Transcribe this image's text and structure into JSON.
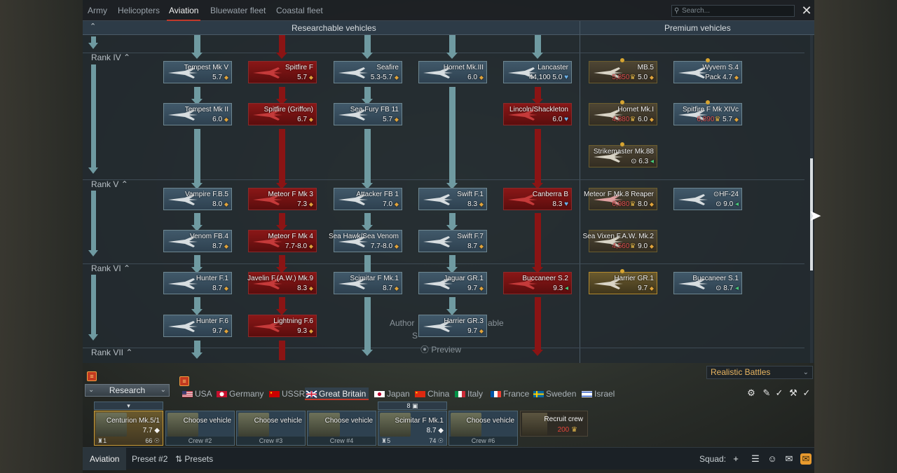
{
  "top_tabs": [
    {
      "label": "Army",
      "active": false
    },
    {
      "label": "Helicopters",
      "active": false
    },
    {
      "label": "Aviation",
      "active": true
    },
    {
      "label": "Bluewater fleet",
      "active": false
    },
    {
      "label": "Coastal fleet",
      "active": false
    }
  ],
  "search": {
    "placeholder": "Search..."
  },
  "tree": {
    "header_researchable": "Researchable vehicles",
    "header_premium": "Premium vehicles",
    "ranks": [
      "Rank IV",
      "Rank V",
      "Rank VI",
      "Rank VII"
    ],
    "ghost_text": [
      "Author",
      "able",
      "S",
      "Preview"
    ],
    "cards": [
      {
        "name": "Tempest Mk V",
        "br": "5.7",
        "style": "teal"
      },
      {
        "name": "Tempest Mk II",
        "br": "6.0",
        "style": "teal"
      },
      {
        "name": "Vampire F.B.5",
        "br": "8.0",
        "style": "teal"
      },
      {
        "name": "Venom FB.4",
        "br": "8.7",
        "style": "teal"
      },
      {
        "name": "Hunter F.1",
        "br": "8.7",
        "style": "teal"
      },
      {
        "name": "Hunter F.6",
        "br": "9.7",
        "style": "teal"
      },
      {
        "name": "Spitfire F",
        "br": "5.7",
        "style": "red"
      },
      {
        "name": "Spitfire (Griffon)",
        "br": "6.7",
        "style": "red"
      },
      {
        "name": "Meteor F Mk 3",
        "br": "7.3",
        "style": "red"
      },
      {
        "name": "Meteor F Mk 4",
        "br": "7.7-8.0",
        "style": "red"
      },
      {
        "name": "Javelin F.(A.W.) Mk.9",
        "br": "8.3",
        "style": "red"
      },
      {
        "name": "Lightning F.6",
        "br": "9.3",
        "style": "red"
      },
      {
        "name": "Seafire",
        "br": "5.3-5.7",
        "style": "teal"
      },
      {
        "name": "Sea Fury FB 11",
        "br": "5.7",
        "style": "teal"
      },
      {
        "name": "Attacker FB 1",
        "br": "7.0",
        "style": "teal"
      },
      {
        "name": "Sea Hawk/Sea Venom",
        "br": "7.7-8.0",
        "style": "teal"
      },
      {
        "name": "Scimitar F Mk.1",
        "br": "8.7",
        "style": "teal"
      },
      {
        "name": "Hornet Mk.III",
        "br": "6.0",
        "style": "teal"
      },
      {
        "name": "Swift F.1",
        "br": "8.3",
        "style": "teal"
      },
      {
        "name": "Swift F.7",
        "br": "8.7",
        "style": "teal"
      },
      {
        "name": "Jaguar GR.1",
        "br": "9.7",
        "style": "teal"
      },
      {
        "name": "Harrier GR.3",
        "br": "9.7",
        "style": "teal"
      },
      {
        "name": "Lancaster",
        "br": "5.0",
        "cost": "44,100",
        "style": "teal"
      },
      {
        "name": "Lincoln/Shackleton",
        "br": "6.0",
        "style": "red"
      },
      {
        "name": "Canberra B",
        "br": "8.3",
        "style": "red"
      },
      {
        "name": "Buccaneer S.2",
        "br": "9.3",
        "style": "red"
      },
      {
        "name": "MB.5",
        "br": "5.0",
        "cost": "5,850",
        "style": "prem"
      },
      {
        "name": "Hornet Mk.I",
        "br": "6.0",
        "cost": "4,880",
        "style": "prem"
      },
      {
        "name": "Strikemaster Mk.88",
        "br": "6.3",
        "style": "prem"
      },
      {
        "name": "Meteor F Mk.8 Reaper",
        "br": "8.0",
        "cost": "6,980",
        "style": "prem"
      },
      {
        "name": "Sea Vixen F.A.W. Mk.2",
        "br": "9.0",
        "cost": "4,560",
        "style": "prem"
      },
      {
        "name": "Harrier GR.1",
        "br": "9.7",
        "style": "gold"
      },
      {
        "name": "Wyvern S.4",
        "br": "4.7",
        "pack": "Pack",
        "style": "teal"
      },
      {
        "name": "Spitfire F Mk XIVc",
        "br": "5.7",
        "cost": "6,890",
        "style": "teal"
      },
      {
        "name": "HF-24",
        "br": "9.0",
        "style": "teal"
      },
      {
        "name": "Buccaneer S.1",
        "br": "8.7",
        "style": "teal"
      }
    ]
  },
  "game_mode": {
    "value": "Realistic Battles"
  },
  "research": {
    "label": "Research"
  },
  "nations": [
    {
      "label": "USA",
      "active": false
    },
    {
      "label": "Germany",
      "active": false
    },
    {
      "label": "USSR",
      "active": false
    },
    {
      "label": "Great Britain",
      "active": true
    },
    {
      "label": "Japan",
      "active": false
    },
    {
      "label": "China",
      "active": false
    },
    {
      "label": "Italy",
      "active": false
    },
    {
      "label": "France",
      "active": false
    },
    {
      "label": "Sweden",
      "active": false
    },
    {
      "label": "Israel",
      "active": false
    }
  ],
  "crew_slots": [
    {
      "vehicle": "Centurion Mk.5/1",
      "br": "7.7",
      "left": "1",
      "right": "66",
      "selected": true
    },
    {
      "vehicle": "Choose vehicle",
      "crew": "Crew #2"
    },
    {
      "vehicle": "Choose vehicle",
      "crew": "Crew #3"
    },
    {
      "vehicle": "Choose vehicle",
      "crew": "Crew #4"
    },
    {
      "vehicle": "Scimitar F Mk.1",
      "br": "8.7",
      "left": "5",
      "right": "74",
      "top_count": "8"
    },
    {
      "vehicle": "Choose vehicle",
      "crew": "Crew #6"
    }
  ],
  "recruit": {
    "label": "Recruit crew",
    "cost": "200"
  },
  "bottom": {
    "preset_aviation": "Aviation",
    "preset_2": "Preset #2",
    "presets": "Presets",
    "squad": "Squad:"
  }
}
